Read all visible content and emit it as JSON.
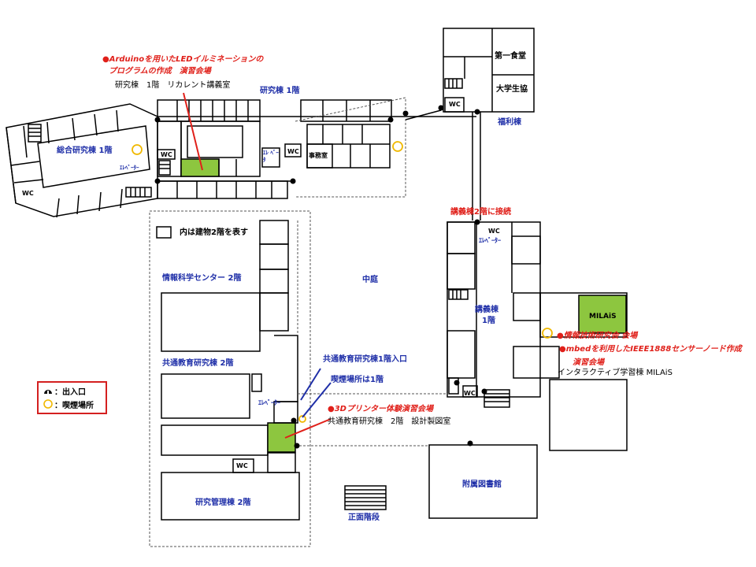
{
  "colors": {
    "venue_green": "#8dc63f",
    "label_blue": "#1f2fa8",
    "event_red": "#e0201a",
    "smoking_ring": "#f0b800"
  },
  "events": {
    "arduino_title_1": "●Arduinoを用いたLEDイルミネーションの",
    "arduino_title_2": "プログラムの作成　演習会場",
    "arduino_place": "研究棟　1階　リカレント講義室",
    "it_study": "●情報技術研究会 会場",
    "mbed_title": "●mbedを利用したIEEE1888センサーノード作成",
    "mbed_place": "演習会場",
    "milais_place": "インタラクティブ学習棟 MILAiS",
    "printer_title": "●3Dプリンター体験演習会場",
    "printer_place": "共通教育研究棟　2階　設計製図室"
  },
  "buildings": {
    "research_1f": "研究棟 1階",
    "general_research": "総合研究棟 1階",
    "elevator_short": "ｴﾚﾍﾞｰﾀｰ",
    "elevator_box": "ｴﾚ ﾍﾞｰﾀ",
    "office": "事務室",
    "wc": "WC",
    "cafeteria": "第一食堂",
    "univ_hall": "大学生協",
    "welfare": "福利棟",
    "connect_lecture": "講義棟2階に接続",
    "elevator_long": "ｴﾚﾍﾞｰﾀｰ",
    "lecture_1": "講義棟",
    "lecture_2": "1階",
    "milais": "MILAiS",
    "courtyard": "中庭",
    "info_center": "情報科学センター 2階",
    "general_edu": "共通教育研究棟 2階",
    "mgmt": "研究管理棟 2階",
    "floor2_note": "内は建物2階を表す",
    "common_entrance": "共通教育研究棟1階入口",
    "smoking_note": "喫煙場所は1階",
    "library": "附属図書館",
    "main_stairs": "正面階段"
  },
  "legend": {
    "entrance": "：出入口",
    "smoking": "：喫煙場所"
  }
}
